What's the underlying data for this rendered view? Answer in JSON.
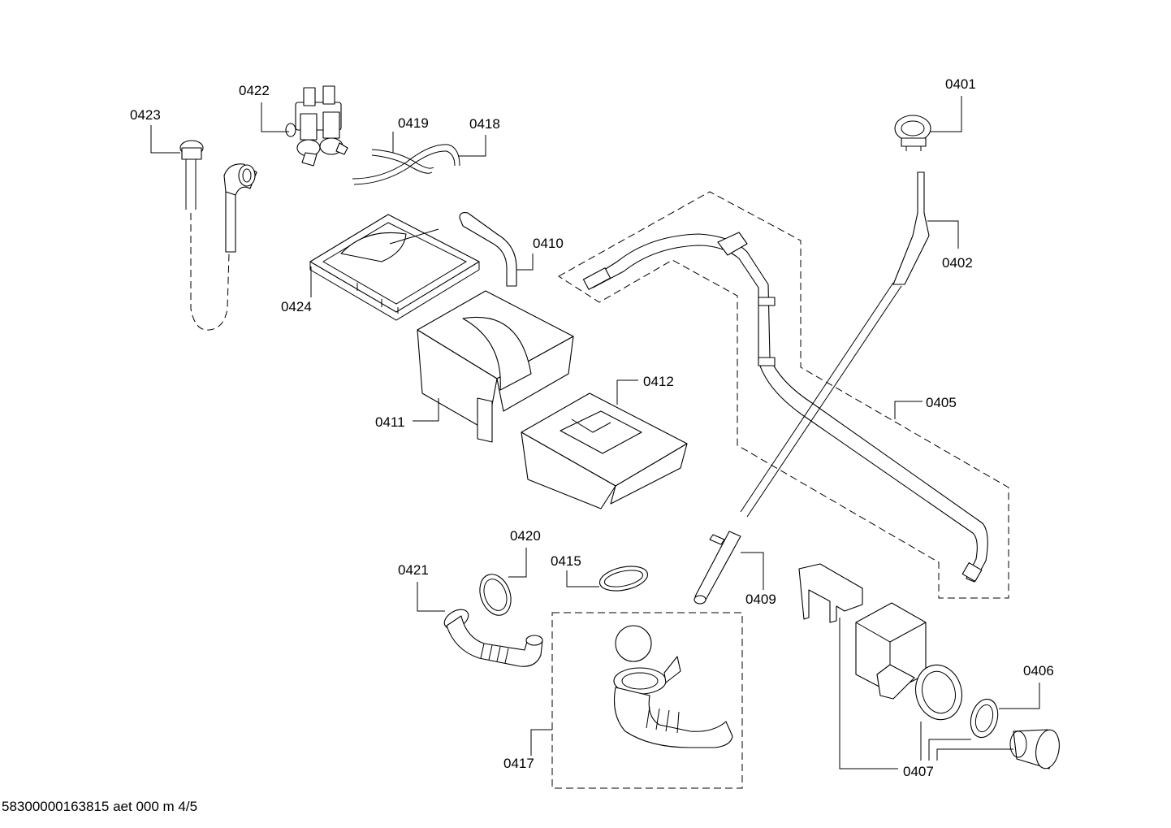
{
  "labels": {
    "p0401": "0401",
    "p0402": "0402",
    "p0405": "0405",
    "p0406": "0406",
    "p0407": "0407",
    "p0409": "0409",
    "p0410": "0410",
    "p0411": "0411",
    "p0412": "0412",
    "p0415": "0415",
    "p0417": "0417",
    "p0418": "0418",
    "p0419": "0419",
    "p0420": "0420",
    "p0421": "0421",
    "p0422": "0422",
    "p0423": "0423",
    "p0424": "0424"
  },
  "footer": "58300000163815 aet 000 m 4/5"
}
